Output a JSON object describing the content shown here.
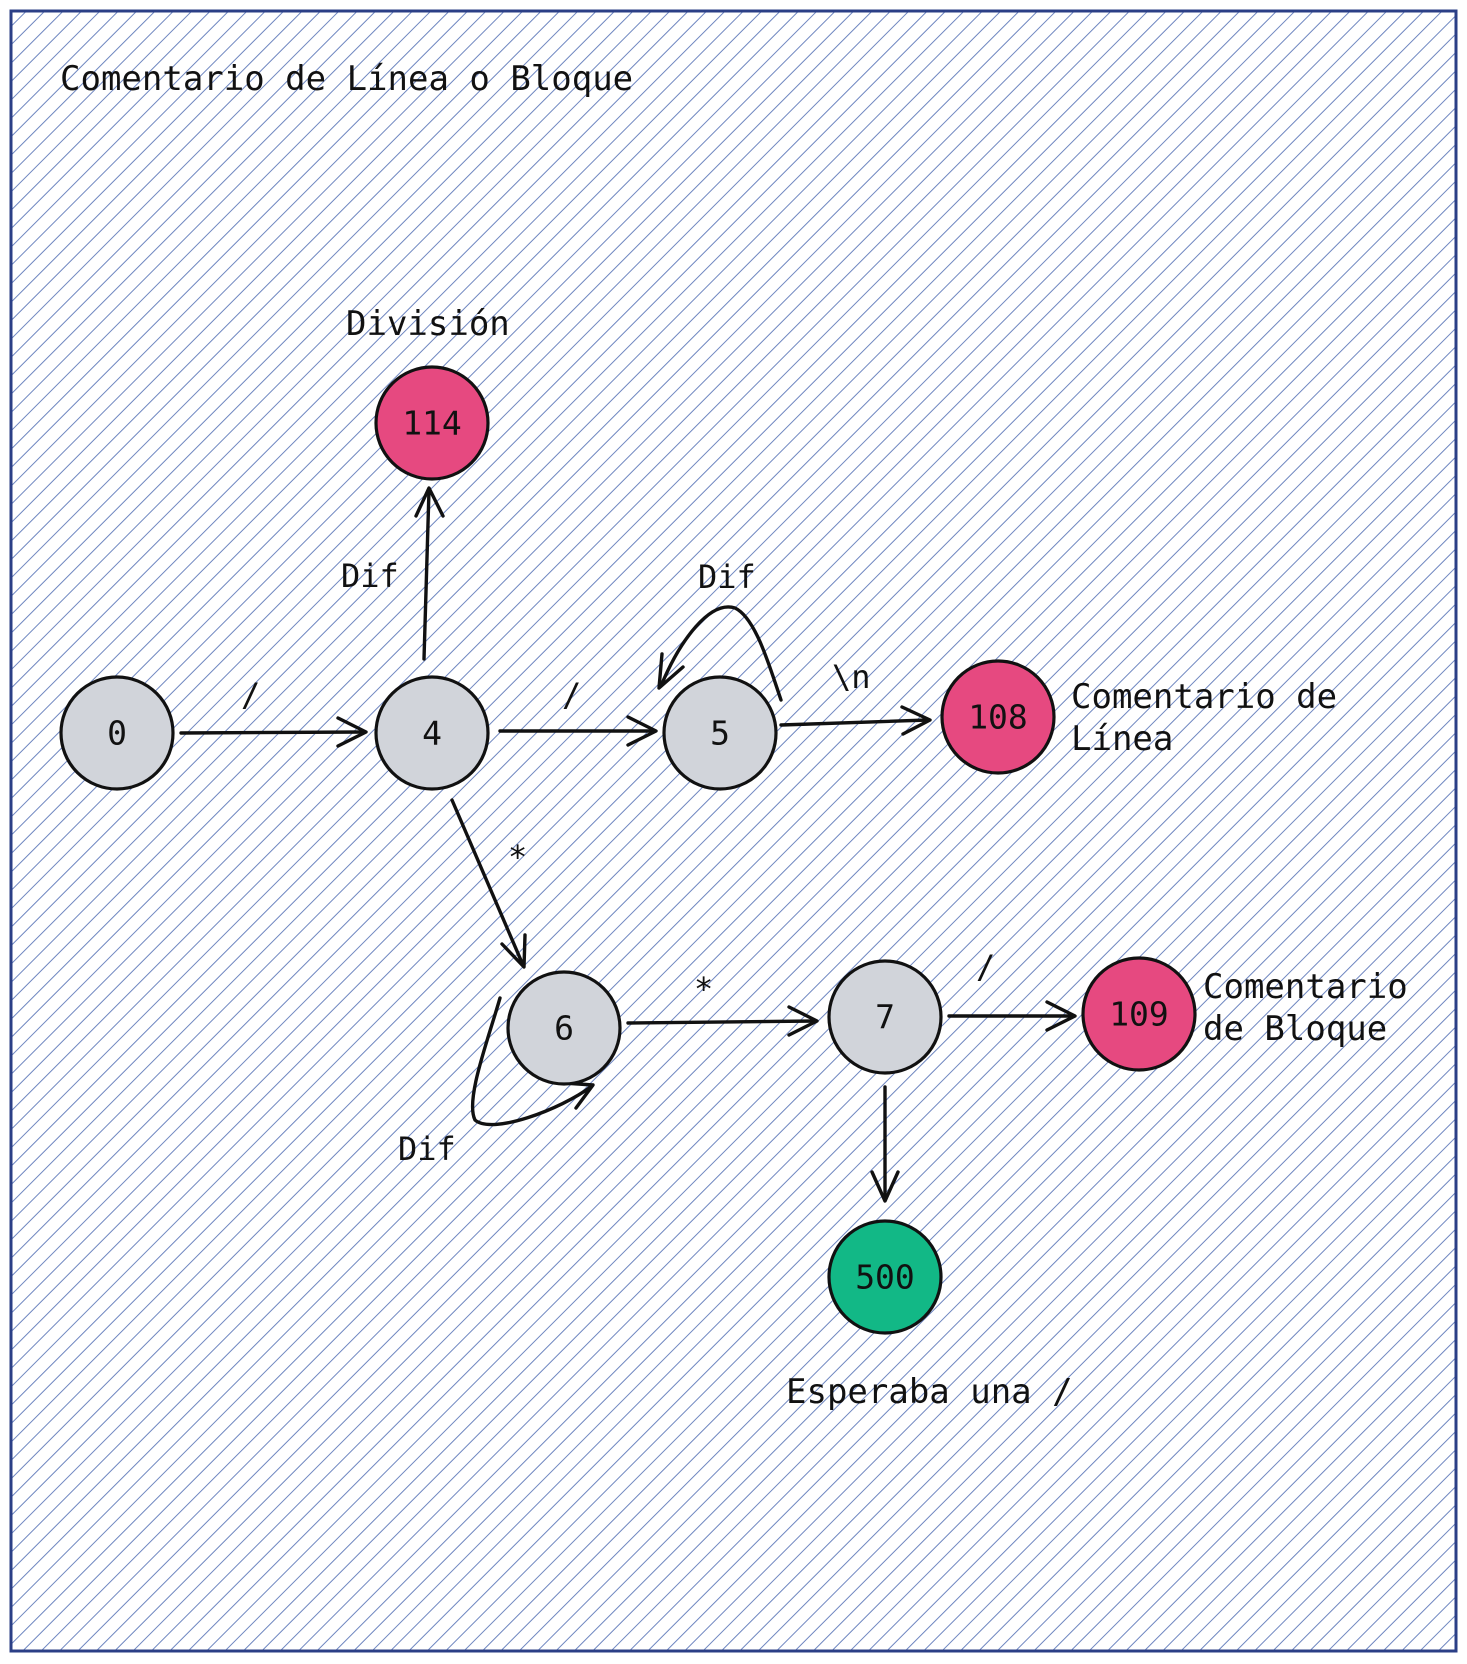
{
  "title": "Comentario de Línea o Bloque",
  "colors": {
    "background_hatch": "#6e86c0",
    "frame": "#2b3f86",
    "normal_state": "#d1d4da",
    "final_state": "#e64980",
    "error_state": "#12b886",
    "stroke": "#111111"
  },
  "nodes": [
    {
      "id": "n0",
      "label": "0",
      "kind": "normal"
    },
    {
      "id": "n4",
      "label": "4",
      "kind": "normal"
    },
    {
      "id": "n5",
      "label": "5",
      "kind": "normal"
    },
    {
      "id": "n6",
      "label": "6",
      "kind": "normal"
    },
    {
      "id": "n7",
      "label": "7",
      "kind": "normal"
    },
    {
      "id": "n114",
      "label": "114",
      "kind": "final"
    },
    {
      "id": "n108",
      "label": "108",
      "kind": "final"
    },
    {
      "id": "n109",
      "label": "109",
      "kind": "final"
    },
    {
      "id": "n500",
      "label": "500",
      "kind": "error"
    }
  ],
  "edges": [
    {
      "from": "n0",
      "to": "n4",
      "label": "/"
    },
    {
      "from": "n4",
      "to": "n114",
      "label": "Dif"
    },
    {
      "from": "n4",
      "to": "n5",
      "label": "/"
    },
    {
      "from": "n5",
      "to": "n5",
      "label": "Dif"
    },
    {
      "from": "n5",
      "to": "n108",
      "label": "\\n"
    },
    {
      "from": "n4",
      "to": "n6",
      "label": "*"
    },
    {
      "from": "n6",
      "to": "n6",
      "label": "Dif"
    },
    {
      "from": "n6",
      "to": "n7",
      "label": "*"
    },
    {
      "from": "n7",
      "to": "n109",
      "label": "/"
    },
    {
      "from": "n7",
      "to": "n500",
      "label": ""
    }
  ],
  "annotations": {
    "n114": [
      "División"
    ],
    "n108": [
      "Comentario de",
      "Línea"
    ],
    "n109": [
      "Comentario",
      "de Bloque"
    ],
    "n500": [
      "Esperaba una /"
    ]
  }
}
